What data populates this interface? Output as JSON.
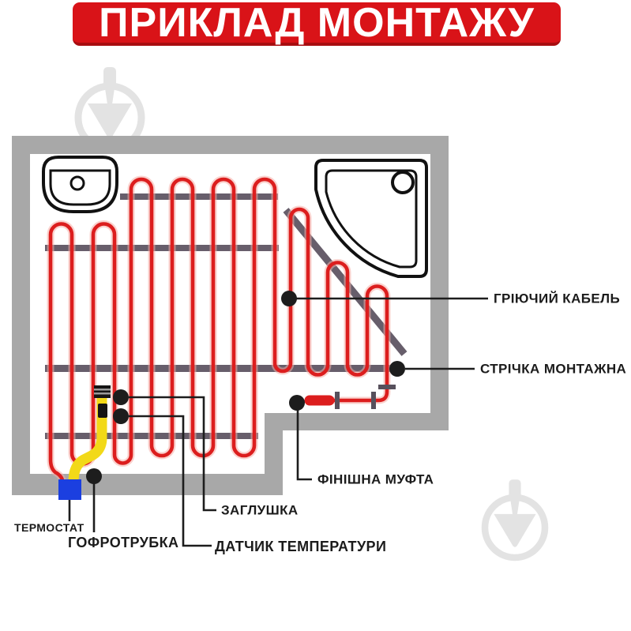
{
  "banner": {
    "title": "ПРИКЛАД МОНТАЖУ"
  },
  "diagram": {
    "labels": [
      {
        "id": "heating-cable",
        "text": "ГРІЮЧИЙ КАБЕЛЬ"
      },
      {
        "id": "mounting-tape",
        "text": "СТРІЧКА МОНТАЖНА"
      },
      {
        "id": "finish-coupling",
        "text": "ФІНІШНА МУФТА"
      },
      {
        "id": "plug",
        "text": "ЗАГЛУШКА"
      },
      {
        "id": "temperature-sensor",
        "text": "ДАТЧИК ТЕМПЕРАТУРИ"
      },
      {
        "id": "conduit",
        "text": "ГОФРОТРУБКА"
      },
      {
        "id": "thermostat",
        "text": "ТЕРМОСТАТ"
      }
    ],
    "icons": {
      "watermark": "trowel-in-circle-icon",
      "fixtures": [
        "sink-icon",
        "corner-shower-icon"
      ]
    },
    "colors": {
      "banner_red": "#d91318",
      "banner_shadow": "#a80d10",
      "text_white": "#ffffff",
      "label_black": "#1b1b1b",
      "wall_gray": "#a8a8a8",
      "floor_white": "#ffffff",
      "cable_red": "#dc1e1e",
      "cable_halo": "#f5ada5",
      "tape_purple": "#675e6b",
      "clip_dark": "#57505c",
      "callout_black": "#1d1d1d",
      "thermostat_blue": "#1b3fe0",
      "conduit_yellow": "#f2d918",
      "fixture_outline": "#111111",
      "watermark_gray": "#e3e3e3"
    }
  }
}
